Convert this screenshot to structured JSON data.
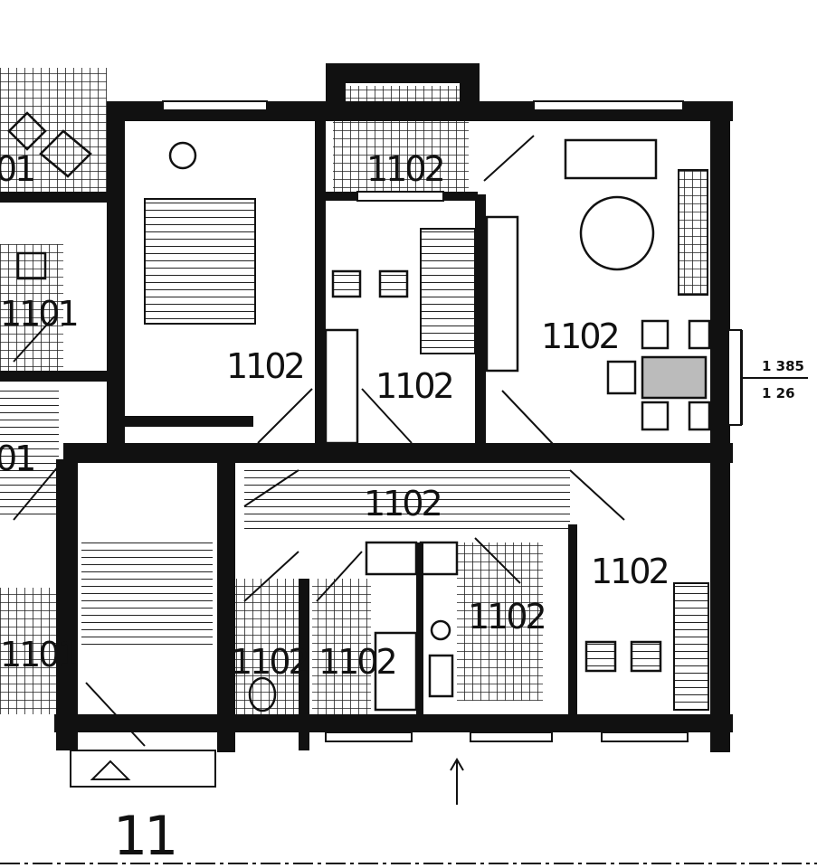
{
  "plan": {
    "rooms": [
      {
        "id": "bedroom",
        "label": "1102"
      },
      {
        "id": "child-room",
        "label": "1102"
      },
      {
        "id": "living-room",
        "label": "1102"
      },
      {
        "id": "hallway",
        "label": "1102"
      },
      {
        "id": "small-room",
        "label": "1102"
      },
      {
        "id": "bathroom",
        "label": "1102"
      },
      {
        "id": "wc",
        "label": "1102"
      },
      {
        "id": "storage",
        "label": "1102"
      },
      {
        "id": "balcony",
        "label": "1102"
      }
    ],
    "neighbor_rooms": [
      {
        "id": "n1",
        "label": "01"
      },
      {
        "id": "n2",
        "label": "1101"
      },
      {
        "id": "n3",
        "label": "01"
      },
      {
        "id": "n4",
        "label": "1101"
      }
    ],
    "section_number": "11",
    "dimension": {
      "top": "1 385",
      "bottom": "1 26"
    },
    "colors": {
      "wall": "#111111",
      "paper": "#ffffff"
    }
  }
}
